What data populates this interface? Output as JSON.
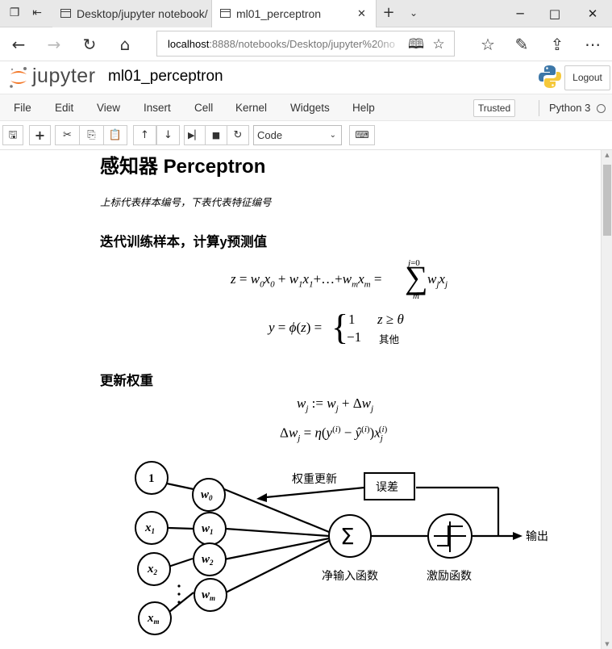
{
  "browser": {
    "tabs": [
      {
        "title": "Desktop/jupyter notebook/",
        "active": false
      },
      {
        "title": "ml01_perceptron",
        "active": true
      }
    ],
    "url_host": "localhost",
    "url_path": ":8888/notebooks/Desktop/jupyter%20no"
  },
  "header": {
    "brand": "jupyter",
    "notebook_name": "ml01_perceptron",
    "logout_label": "Logout"
  },
  "menu": {
    "items": [
      "File",
      "Edit",
      "View",
      "Insert",
      "Cell",
      "Kernel",
      "Widgets",
      "Help"
    ],
    "trusted_label": "Trusted",
    "kernel_name": "Python 3"
  },
  "toolbar": {
    "cell_type": "Code"
  },
  "notebook": {
    "title": "感知器 Perceptron",
    "note": "上标代表样本编号，下表代表特征编号",
    "section1": "迭代训练样本，计算y预测值",
    "case_other": "其他",
    "section2": "更新权重"
  },
  "diagram": {
    "input_one": "1",
    "update_label": "权重更新",
    "error_label": "误差",
    "output_label": "输出",
    "net_input_label": "净输入函数",
    "activation_label": "激励函数",
    "sum_symbol": "Σ"
  },
  "colors": {
    "menubar_bg": "#f7f7f7",
    "jupyter_orange": "#f37726",
    "python_blue": "#3c77a8",
    "python_yellow": "#f5c83a"
  }
}
